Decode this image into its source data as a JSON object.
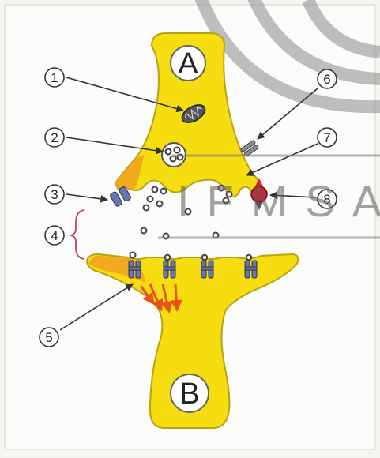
{
  "labels": {
    "a": "A",
    "b": "B",
    "n1": "1",
    "n2": "2",
    "n3": "3",
    "n4": "4",
    "n5": "5",
    "n6": "6",
    "n7": "7",
    "n8": "8"
  },
  "watermark": {
    "text": "IFMSA"
  },
  "colors": {
    "neuron_fill": "#f5dd10",
    "neuron_outline": "#b9a214",
    "depolarized": "#f0a020",
    "receptor": "#6674b8",
    "vesicle": "#555555",
    "synaptic_gap_bracket": "#c43c6a",
    "ion_arrow": "#e8521a",
    "enzyme": "#d02234",
    "pointer_arrow": "#333333",
    "watermark": "#8a8a8a"
  }
}
